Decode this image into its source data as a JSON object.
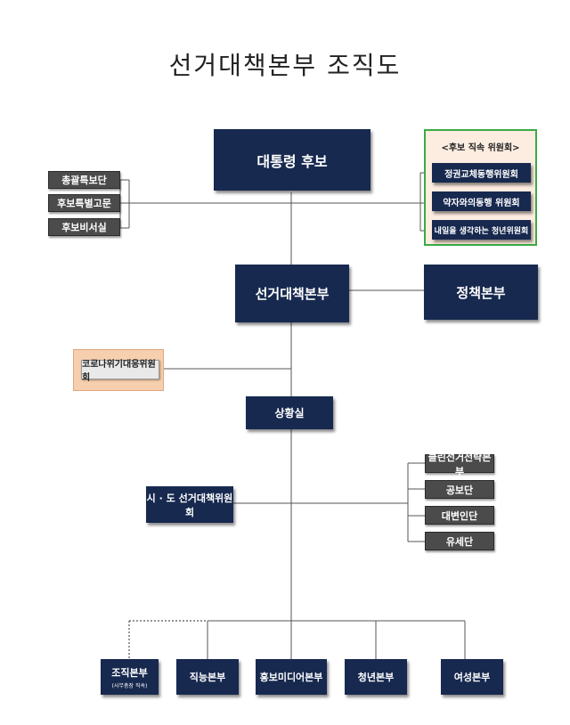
{
  "title": "선거대책본부 조직도",
  "candidate": "대통령 후보",
  "left_aides": [
    "총괄특보단",
    "후보특별고문",
    "후보비서실"
  ],
  "committee": {
    "header": "<후보 직속 위원회>",
    "items": [
      "정권교체동행위원회",
      "약자와의동행 위원회",
      "내일을 생각하는 청년위원회"
    ]
  },
  "hq": "선거대책본부",
  "policy": "정책본부",
  "corona": "코로나위기대응위원회",
  "situation_room": "상황실",
  "regional": "시 · 도 선거대책위원회",
  "right_units": [
    "클린선거전략본부",
    "공보단",
    "대변인단",
    "유세단"
  ],
  "bottom_units": [
    {
      "label": "조직본부",
      "sub": "(사무총장 직속)"
    },
    {
      "label": "직능본부",
      "sub": ""
    },
    {
      "label": "홍보미디어본부",
      "sub": ""
    },
    {
      "label": "청년본부",
      "sub": ""
    },
    {
      "label": "여성본부",
      "sub": ""
    }
  ],
  "colors": {
    "navy": "#17294f",
    "gray": "#4b4b4b",
    "committee_border": "#3aab46",
    "committee_bg": "#fdece0",
    "corona_bg": "#f6cfae"
  }
}
